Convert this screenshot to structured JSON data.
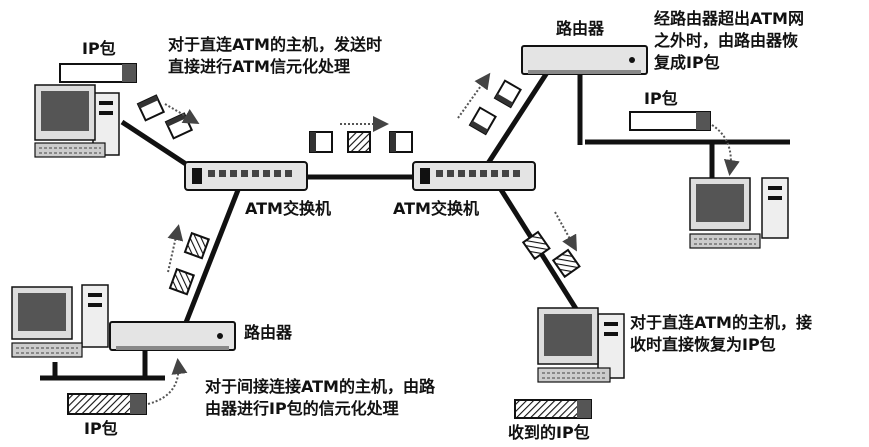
{
  "labels": {
    "ip_packet_top_left": "IP包",
    "desc_direct_send": [
      "对于直连ATM的主机，发送时",
      "直接进行ATM信元化处理"
    ],
    "router_top": "路由器",
    "desc_router_restore": [
      "经路由器超出ATM网",
      "之外时，由路由器恢",
      "复成IP包"
    ],
    "ip_packet_top_right": "IP包",
    "atm_switch_left": "ATM交换机",
    "atm_switch_right": "ATM交换机",
    "router_bottom": "路由器",
    "desc_direct_receive": [
      "对于直连ATM的主机，接",
      "收时直接恢复为IP包"
    ],
    "desc_indirect": [
      "对于间接连接ATM的主机，由路",
      "由器进行IP包的信元化处理"
    ],
    "ip_packet_bottom_left": "IP包",
    "received_ip_packet": "收到的IP包"
  }
}
